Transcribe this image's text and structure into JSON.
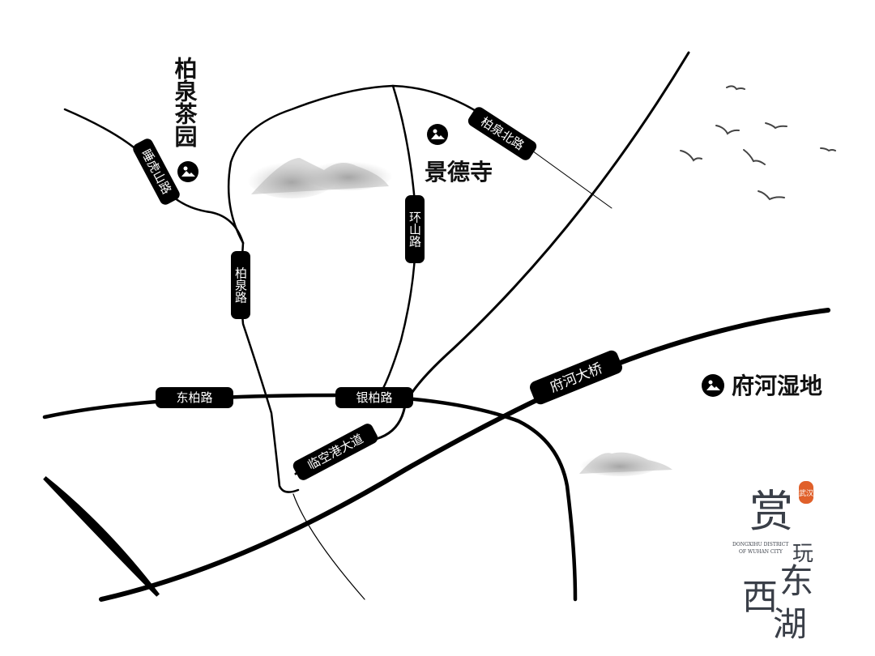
{
  "roads": [
    {
      "id": "shuihushan",
      "label": "睡虎山路"
    },
    {
      "id": "baiquanbei",
      "label": "柏泉北路"
    },
    {
      "id": "baiquan",
      "label": "柏泉路"
    },
    {
      "id": "huanshan",
      "label": "环山路"
    },
    {
      "id": "dongbai",
      "label": "东柏路"
    },
    {
      "id": "yinbai",
      "label": "银柏路"
    },
    {
      "id": "linkonggang",
      "label": "临空港大道"
    },
    {
      "id": "fuhebridge",
      "label": "府河大桥"
    }
  ],
  "pois": [
    {
      "name": "柏泉茶园",
      "icon": "mountain-pin-icon"
    },
    {
      "name": "景德寺",
      "icon": "mountain-pin-icon"
    },
    {
      "name": "府河湿地",
      "icon": "mountain-pin-icon"
    }
  ],
  "logo": {
    "title": "赏玩东西湖",
    "seal": "武汉",
    "subtitle_line1": "DONGXIHU DISTRICT",
    "subtitle_line2": "OF WUHAN CITY",
    "seal_color": "#e0602a",
    "ink_color": "#3a3f48"
  }
}
